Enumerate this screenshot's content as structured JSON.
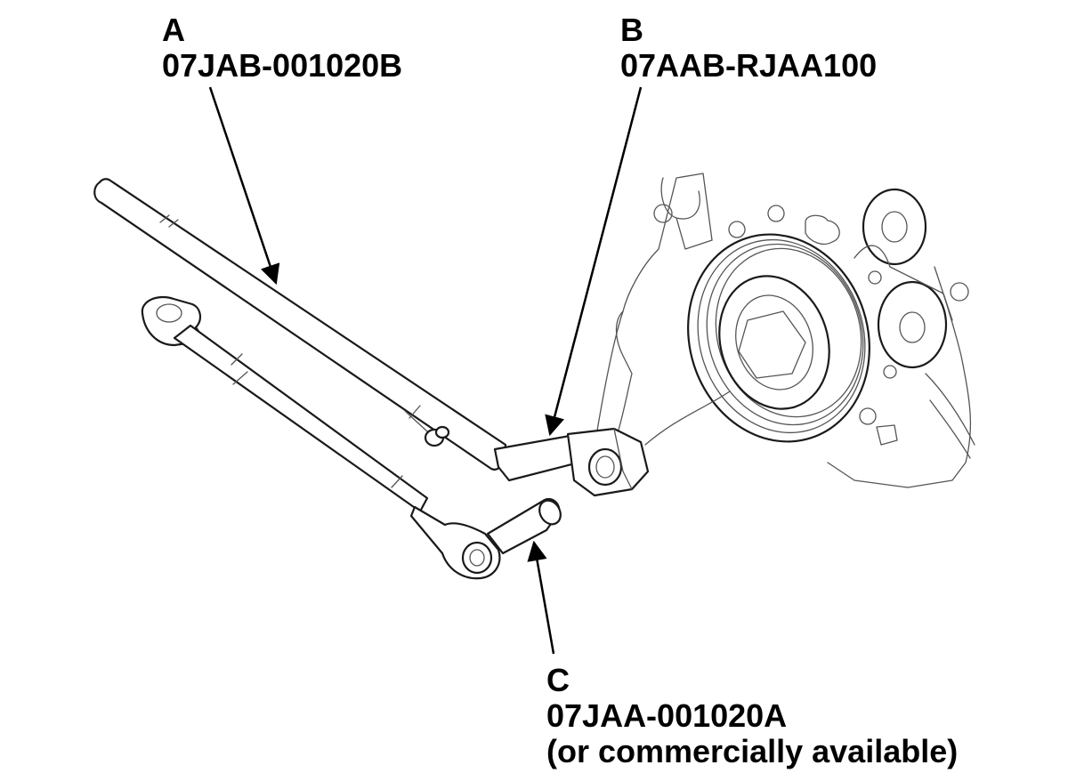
{
  "callouts": {
    "a": {
      "letter": "A",
      "part": "07JAB-001020B"
    },
    "b": {
      "letter": "B",
      "part": "07AAB-RJAA100"
    },
    "c": {
      "letter": "C",
      "part": "07JAA-001020A",
      "note": "(or commercially available)"
    }
  },
  "colors": {
    "ink": "#000000",
    "background": "#ffffff"
  }
}
